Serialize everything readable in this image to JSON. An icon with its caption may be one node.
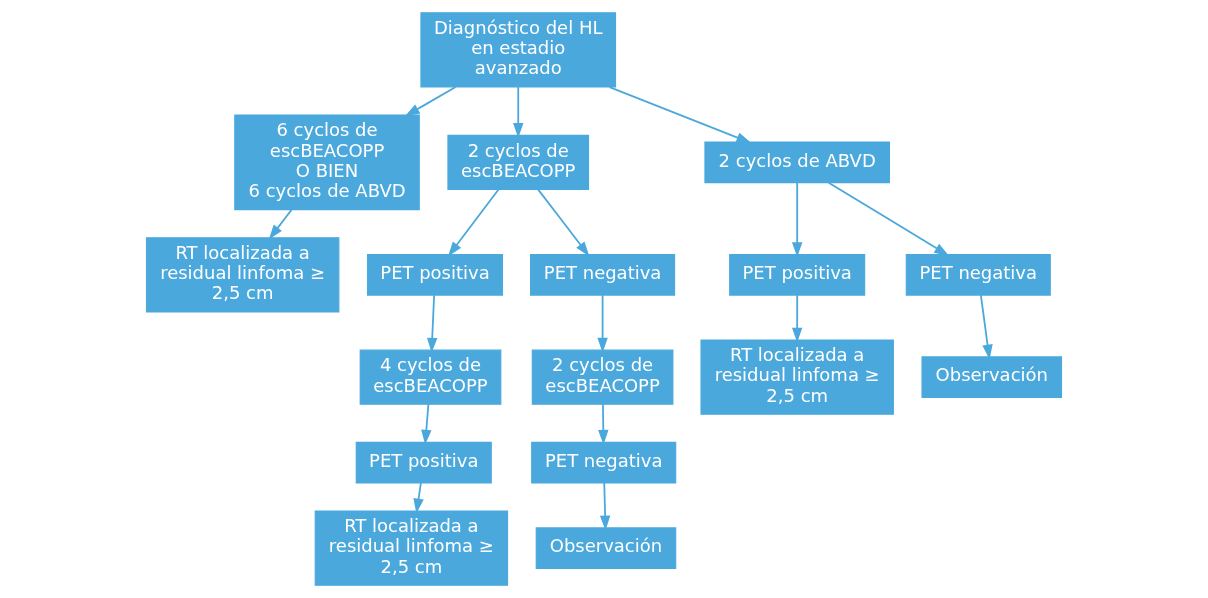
{
  "diagram": {
    "nodes": [
      {
        "text": [
          "Diagnóstico del HL en estadio avanzado"
        ]
      },
      {
        "text": [
          "6 cyclos de escBEACOPP",
          "O BIEN",
          "6 cyclos de ABVD"
        ]
      },
      {
        "text": [
          "2 cyclos de escBEACOPP"
        ]
      },
      {
        "text": [
          "2 cyclos de ABVD"
        ]
      },
      {
        "text": [
          "RT localizada a residual linfoma ≥ 2,5 cm"
        ]
      },
      {
        "text": [
          "PET positiva"
        ]
      },
      {
        "text": [
          "PET negativa"
        ]
      },
      {
        "text": [
          "PET positiva"
        ]
      },
      {
        "text": [
          "PET negativa"
        ]
      },
      {
        "text": [
          "4 cyclos de escBEACOPP"
        ]
      },
      {
        "text": [
          "2 cyclos de escBEACOPP"
        ]
      },
      {
        "text": [
          "RT localizada a residual linfoma ≥ 2,5 cm"
        ]
      },
      {
        "text": [
          "Observación"
        ]
      },
      {
        "text": [
          "PET positiva"
        ]
      },
      {
        "text": [
          "PET negativa"
        ]
      },
      {
        "text": [
          "RT localizada a residual linfoma ≥ 2,5 cm"
        ]
      },
      {
        "text": [
          "Observación"
        ]
      }
    ],
    "edges": [
      {
        "from": 0,
        "to": 1,
        "arrow": "to"
      },
      {
        "from": 0,
        "to": 2,
        "arrow": "to"
      },
      {
        "from": 0,
        "to": 3,
        "arrow": "to"
      },
      {
        "from": 1,
        "to": 4,
        "arrow": "to"
      },
      {
        "from": 2,
        "to": 5,
        "arrow": "to"
      },
      {
        "from": 2,
        "to": 6,
        "arrow": "to"
      },
      {
        "from": 3,
        "to": 7,
        "arrow": "to"
      },
      {
        "from": 3,
        "to": 8,
        "arrow": "to"
      },
      {
        "from": 5,
        "to": 9,
        "arrow": "to"
      },
      {
        "from": 6,
        "to": 10,
        "arrow": "to"
      },
      {
        "from": 7,
        "to": 11,
        "arrow": "to"
      },
      {
        "from": 8,
        "to": 12,
        "arrow": "to"
      },
      {
        "from": 9,
        "to": 13,
        "arrow": "to"
      },
      {
        "from": 10,
        "to": 14,
        "arrow": "to"
      },
      {
        "from": 13,
        "to": 15,
        "arrow": "to"
      },
      {
        "from": 14,
        "to": 16,
        "arrow": "to"
      }
    ]
  }
}
